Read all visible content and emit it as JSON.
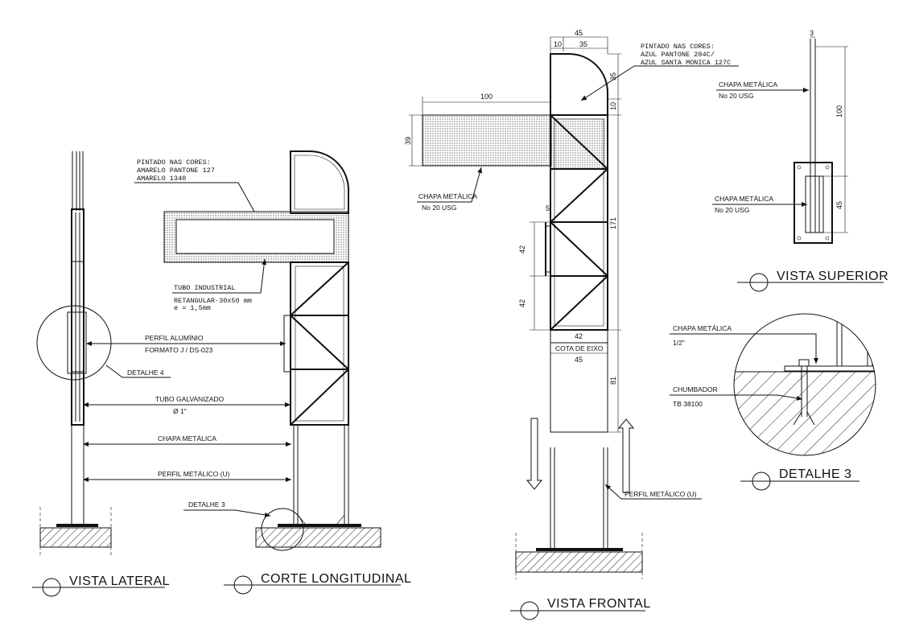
{
  "views": {
    "lateral": {
      "title": "VISTA LATERAL",
      "labels": {
        "perfil_aluminio_1": "PERFIL ALUMÍNIO",
        "perfil_aluminio_2": "FORMATO J / DS-023",
        "detalhe4": "DETALHE 4",
        "tubo_galv_1": "TUBO GALVANIZADO",
        "tubo_galv_2": "Ø 1\"",
        "chapa": "CHAPA METÁLICA",
        "perfil_u": "PERFIL METÁLICO (U)"
      }
    },
    "corte": {
      "title": "CORTE LONGITUDINAL",
      "labels": {
        "pintado_1": "PINTADO NAS CORES:",
        "pintado_2": "AMARELO PANTONE 127",
        "pintado_3": "AMARELO 1340",
        "tubo_ind_1": "TUBO INDUSTRIAL",
        "tubo_ind_2": "RETANGULAR-30x50 mm",
        "tubo_ind_3": "e = 1,5mm",
        "detalhe3": "DETALHE 3"
      }
    },
    "frontal": {
      "title": "VISTA FRONTAL",
      "labels": {
        "pintado_1": "PINTADO NAS CORES:",
        "pintado_2": "AZUL PANTONE 284C/",
        "pintado_3": "AZUL SANTA MONICA 127C",
        "chapa_1": "CHAPA METÁLICA",
        "chapa_2": "No 20 USG",
        "cota_eixo": "COTA DE EIXO",
        "perfil_u": "PERFIL METÁLICO (U)"
      },
      "dims": {
        "d45_top": "45",
        "d10": "10",
        "d35": "35",
        "d35_v": "35",
        "d10_v": "10",
        "d100": "100",
        "d39": "39",
        "d5": "5",
        "d42_a": "42",
        "d42_b": "42",
        "d171": "171",
        "d42_h": "42",
        "d45_h": "45",
        "d81": "81"
      }
    },
    "superior": {
      "title": "VISTA SUPERIOR",
      "labels": {
        "chapa_a_1": "CHAPA METÁLICA",
        "chapa_a_2": "No 20 USG",
        "chapa_b_1": "CHAPA METÁLICA",
        "chapa_b_2": "No 20 USG"
      },
      "dims": {
        "d3": "3",
        "d100": "100",
        "d45": "45"
      }
    },
    "detalhe3": {
      "title": "DETALHE 3",
      "labels": {
        "chapa_1": "CHAPA METÁLICA",
        "chapa_2": "1/2\"",
        "chumbador_1": "CHUMBADOR",
        "chumbador_2": "TB 38100"
      }
    }
  }
}
